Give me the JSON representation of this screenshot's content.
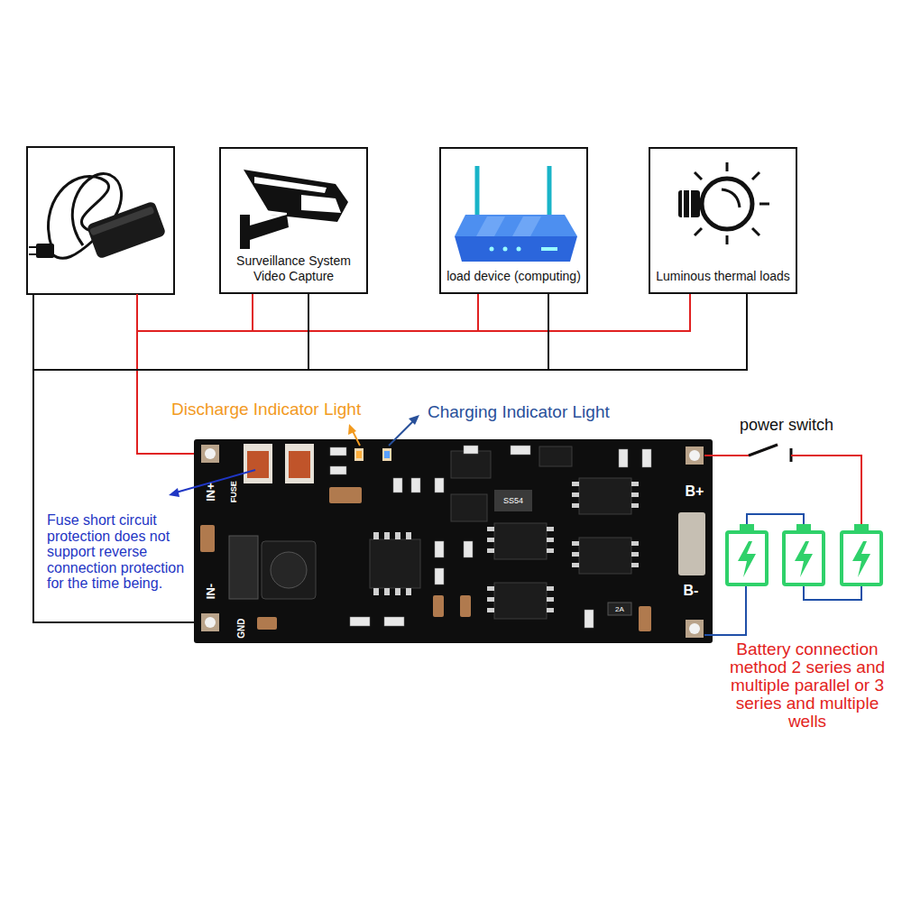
{
  "diagram": {
    "nodes": [
      {
        "text": [
          "Surveillance System Video Capture"
        ]
      },
      {
        "text": [
          "load device (computing)"
        ]
      },
      {
        "text": [
          "Luminous thermal loads"
        ]
      }
    ],
    "edges": [
      {
        "from": 0,
        "to": 1,
        "arrow": "none"
      },
      {
        "from": 0,
        "to": 1,
        "arrow": "none"
      },
      {
        "from": 1,
        "to": 2,
        "arrow": "none"
      },
      {
        "from": 1,
        "to": 2,
        "arrow": "none"
      }
    ],
    "labels": [
      "Discharge Indicator Light",
      "Charging Indicator Light",
      "power switch",
      "Fuse short circuit protection does not support reverse connection protection for the time being.",
      "Battery connection method 2 series and multiple parallel or 3 series and multiple wells",
      "IN+",
      "FUSE",
      "IN-",
      "GND",
      "B+",
      "B-",
      "SS54",
      "2A"
    ]
  }
}
